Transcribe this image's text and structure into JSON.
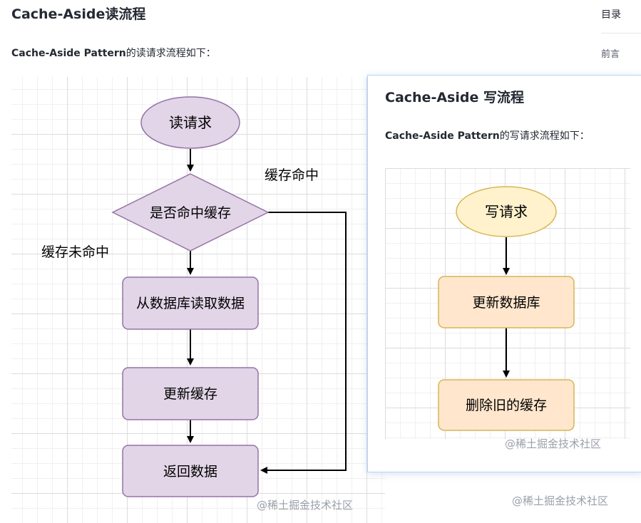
{
  "article": {
    "heading": "Cache-Aside读流程",
    "intro_bold": "Cache-Aside Pattern",
    "intro_rest": "的读请求流程如下：",
    "read_flow": {
      "start": "读请求",
      "decision": "是否命中缓存",
      "hit_label": "缓存命中",
      "miss_label": "缓存未命中",
      "step1": "从数据库读取数据",
      "step2": "更新缓存",
      "end": "返回数据"
    },
    "watermark": "@稀土掘金技术社区"
  },
  "toc": {
    "title": "目录",
    "items": [
      "前言"
    ]
  },
  "popup": {
    "heading": "Cache-Aside 写流程",
    "intro_bold": "Cache-Aside Pattern",
    "intro_rest": "的写请求流程如下：",
    "write_flow": {
      "start": "写请求",
      "step1": "更新数据库",
      "step2": "删除旧的缓存"
    },
    "watermark": "@稀土掘金技术社区"
  },
  "bottom_watermark": "@稀土掘金技术社区",
  "colors": {
    "read_fill": "#e1d5e7",
    "read_stroke": "#9673a6",
    "write_fill": "#ffe6cc",
    "write_stroke": "#d6b656",
    "write_ellipse_fill": "#fff2cc"
  }
}
